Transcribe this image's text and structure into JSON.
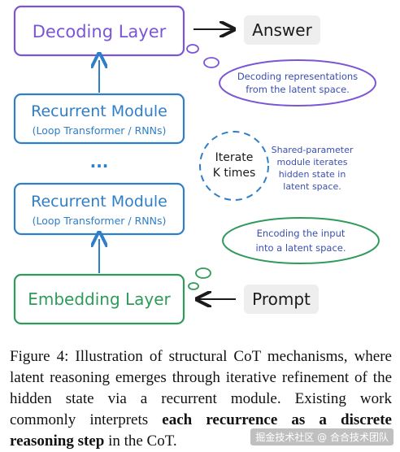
{
  "diagram": {
    "decoding_layer": "Decoding Layer",
    "answer": "Answer",
    "decoding_note_line1": "Decoding representations",
    "decoding_note_line2": "from the latent space.",
    "recurrent_title_1": "Recurrent Module",
    "recurrent_sub_1": "(Loop Transformer / RNNs)",
    "ellipsis": "...",
    "iterate_line1": "Iterate",
    "iterate_line2": "K times",
    "shared_note_line1": "Shared-parameter",
    "shared_note_line2": "module iterates",
    "shared_note_line3": "hidden state in",
    "shared_note_line4": "latent space.",
    "recurrent_title_2": "Recurrent Module",
    "recurrent_sub_2": "(Loop Transformer / RNNs)",
    "encoding_note_line1": "Encoding the input",
    "encoding_note_line2": "into a latent space.",
    "embedding_layer": "Embedding Layer",
    "prompt": "Prompt"
  },
  "caption": {
    "prefix": "Figure 4: Illustration of structural CoT mechanisms, where latent reasoning emerges through iterative refinement of the hidden state via a recurrent module. Existing work commonly interprets ",
    "bold1": "each recurrence as a discrete reasoning step",
    "suffix": " in the CoT."
  },
  "watermark": "掘金技术社区 @ 合合技术团队",
  "colors": {
    "purple": "#7b55d6",
    "blue": "#2f7fc8",
    "green": "#2f9a5a",
    "grey_box": "#eeeeee",
    "text_dark": "#1b1b1b",
    "note_blue": "#3f6fb5"
  }
}
